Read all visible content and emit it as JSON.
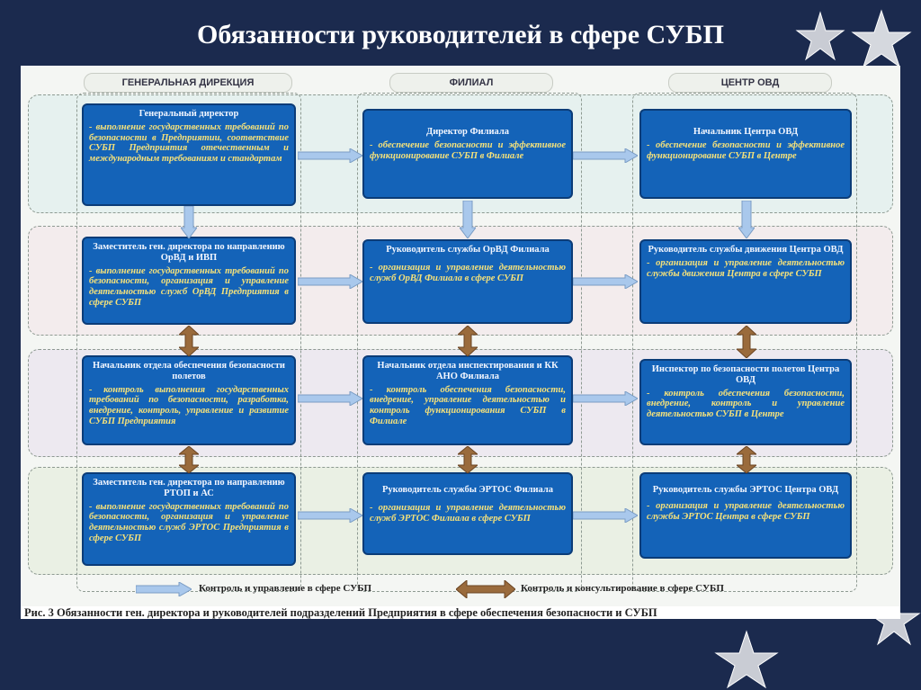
{
  "slide_title": "Обязанности руководителей в сфере СУБП",
  "columns": [
    "ГЕНЕРАЛЬНАЯ ДИРЕКЦИЯ",
    "ФИЛИАЛ",
    "ЦЕНТР ОВД"
  ],
  "boxes": {
    "gd": [
      {
        "head": "Генеральный директор",
        "body": "- выполнение государственных требований по безопасности в Предприятии, соответствие СУБП Предприятия отечественным и международным требованиям и стандартам"
      },
      {
        "head": "Заместитель ген. директора по направлению ОрВД и ИВП",
        "body": "- выполнение государственных требований по безопасности, организация и управление деятельностью служб ОрВД Предприятия в сфере СУБП"
      },
      {
        "head": "Начальник отдела обеспечения безопасности полетов",
        "body": "- контроль выполнения государственных требований по безопасности, разработка, внедрение, контроль, управление и развитие СУБП Предприятия"
      },
      {
        "head": "Заместитель ген. директора по направлению РТОП и АС",
        "body": "- выполнение государственных требований по безопасности, организация и управление деятельностью служб ЭРТОС Предприятия в сфере СУБП"
      }
    ],
    "fil": [
      {
        "head": "Директор Филиала",
        "body": "- обеспечение безопасности и эффективное функционирование СУБП в Филиале"
      },
      {
        "head": "Руководитель службы ОрВД Филиала",
        "body": "- организация и управление деятельностью служб ОрВД Филиала в сфере СУБП"
      },
      {
        "head": "Начальник отдела инспектирования и КК АНО Филиала",
        "body": "- контроль обеспечения безопасности, внедрение, управление деятельностью и контроль функционирования СУБП в Филиале"
      },
      {
        "head": "Руководитель службы ЭРТОС Филиала",
        "body": "- организация и управление деятельностью служб ЭРТОС Филиала в сфере СУБП"
      }
    ],
    "ovd": [
      {
        "head": "Начальник Центра ОВД",
        "body": "- обеспечение безопасности и эффективное функционирование СУБП в Центре"
      },
      {
        "head": "Руководитель службы движения Центра ОВД",
        "body": "- организация и управление деятельностью службы движения Центра в сфере СУБП"
      },
      {
        "head": "Инспектор по безопасности полетов Центра ОВД",
        "body": "- контроль обеспечения безопасности, внедрение, контроль и управление деятельностью СУБП в Центре"
      },
      {
        "head": "Руководитель службы ЭРТОС Центра ОВД",
        "body": "- организация и управление деятельностью службы ЭРТОС Центра в сфере СУБП"
      }
    ]
  },
  "legend": {
    "control": "Контроль и управление в сфере СУБП",
    "consult": "Контроль и консультирование в сфере СУБП"
  },
  "caption": "Рис. 3   Обязанности ген. директора и руководителей подразделений Предприятия в сфере обеспечения безопасности и СУБП",
  "colors": {
    "box": "#1463b8",
    "box_text": "#f6e27a",
    "blue_arrow": "#a9c8ec",
    "brown_arrow": "#9a6b3c"
  }
}
